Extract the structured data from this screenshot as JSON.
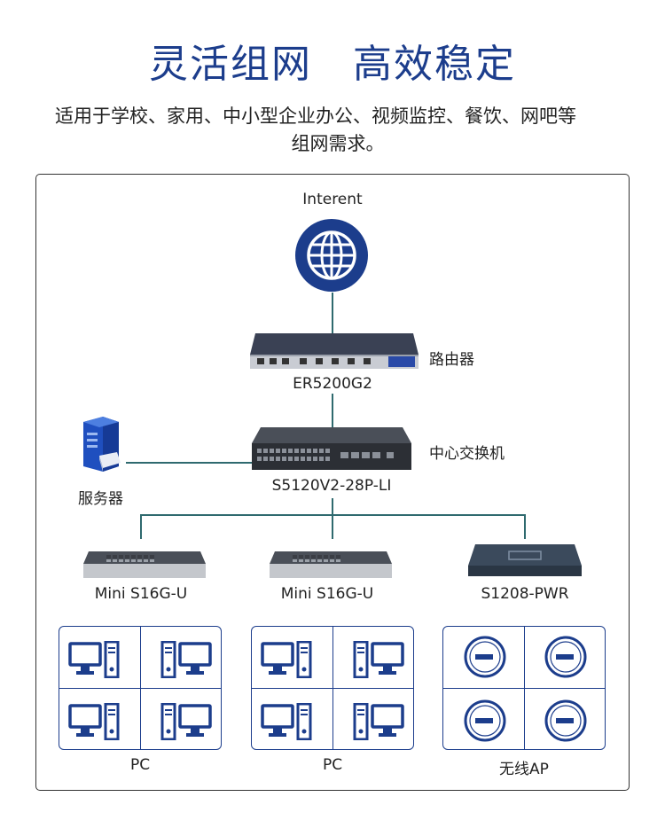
{
  "header": {
    "title": "灵活组网　高效稳定",
    "subtitle_line1": "适用于学校、家用、中小型企业办公、视频监控、餐饮、网吧等",
    "subtitle_line2": "组网需求。"
  },
  "diagram": {
    "internet": {
      "label": "Interent",
      "icon": "globe-icon"
    },
    "router": {
      "model": "ER5200G2",
      "role": "路由器"
    },
    "core_switch": {
      "model": "S5120V2-28P-LI",
      "role": "中心交换机"
    },
    "server": {
      "label": "服务器",
      "icon": "server-icon"
    },
    "access_switches": [
      {
        "model": "Mini S16G-U",
        "group_label": "PC",
        "device_icon": "pc-icon"
      },
      {
        "model": "Mini S16G-U",
        "group_label": "PC",
        "device_icon": "pc-icon"
      },
      {
        "model": "S1208-PWR",
        "group_label": "无线AP",
        "device_icon": "access-point-icon"
      }
    ]
  },
  "colors": {
    "title": "#1c3d8c",
    "line": "#2f6a6f",
    "icon": "#1c3d8c"
  }
}
